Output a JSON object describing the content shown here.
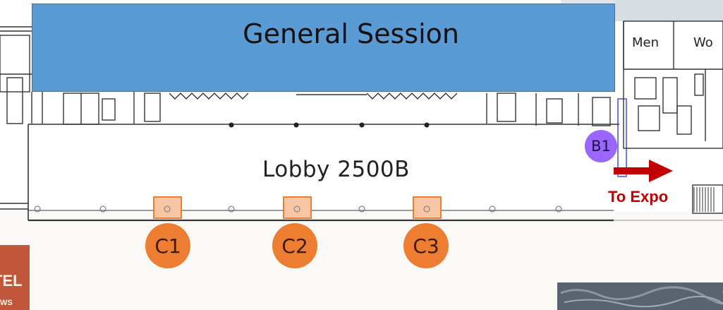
{
  "banner": {
    "title": "General Session"
  },
  "lobby": {
    "label": "Lobby 2500B"
  },
  "restrooms": {
    "men": "Men",
    "women": "Wo"
  },
  "markers": {
    "b1": "B1",
    "c1": "C1",
    "c2": "C2",
    "c3": "C3"
  },
  "expo": {
    "label": "To Expo"
  },
  "hotel_badge": {
    "text": "TEL",
    "subtext": "WS"
  },
  "colors": {
    "banner": "#5b9bd5",
    "columns_marker": "#ed7d31",
    "b1_marker": "#9966ff",
    "arrow": "#c00000"
  },
  "icons": {
    "arrow": "arrow-right-icon"
  }
}
